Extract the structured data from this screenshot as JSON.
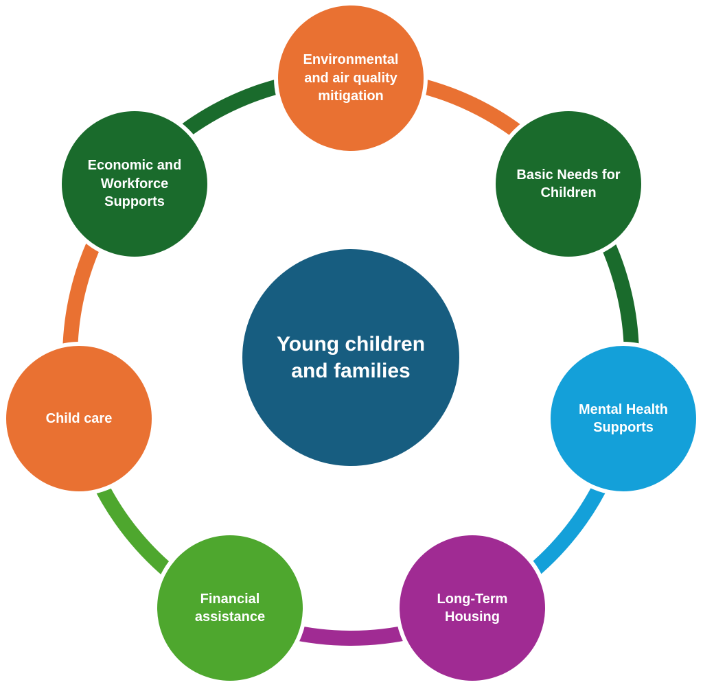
{
  "center": {
    "label": "Young children and families",
    "color": "#175D80"
  },
  "nodes": [
    {
      "id": "environmental",
      "label": "Environmental and air quality mitigation",
      "color": "#E97132"
    },
    {
      "id": "basic-needs",
      "label": "Basic Needs for Children",
      "color": "#1A6B2C"
    },
    {
      "id": "mental-health",
      "label": "Mental Health Supports",
      "color": "#14A0D9"
    },
    {
      "id": "housing",
      "label": "Long-Term Housing",
      "color": "#A02B93"
    },
    {
      "id": "financial",
      "label": "Financial assistance",
      "color": "#4EA72E"
    },
    {
      "id": "child-care",
      "label": "Child care",
      "color": "#E97132"
    },
    {
      "id": "economic",
      "label": "Economic and Workforce Supports",
      "color": "#1A6B2C"
    }
  ],
  "connectors": [
    {
      "from": "environmental",
      "to": "basic-needs",
      "color": "#E97132"
    },
    {
      "from": "basic-needs",
      "to": "mental-health",
      "color": "#1A6B2C"
    },
    {
      "from": "mental-health",
      "to": "housing",
      "color": "#14A0D9"
    },
    {
      "from": "housing",
      "to": "financial",
      "color": "#A02B93"
    },
    {
      "from": "financial",
      "to": "child-care",
      "color": "#4EA72E"
    },
    {
      "from": "child-care",
      "to": "economic",
      "color": "#E97132"
    },
    {
      "from": "economic",
      "to": "environmental",
      "color": "#1A6B2C"
    }
  ]
}
